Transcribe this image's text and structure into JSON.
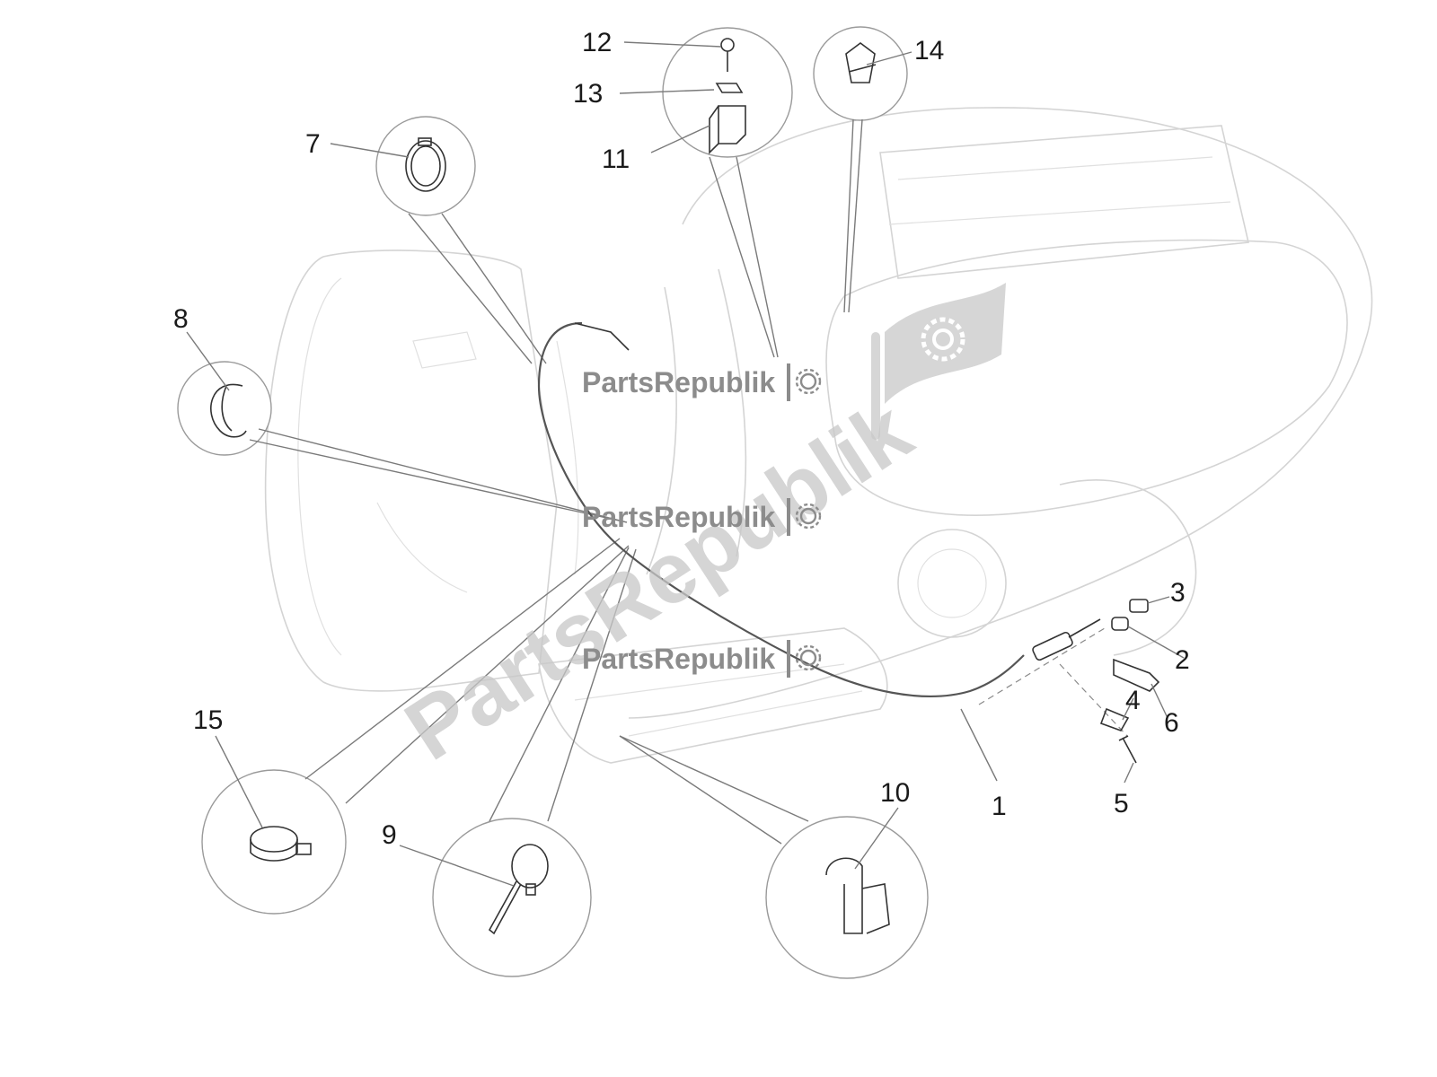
{
  "watermark": {
    "small_text": "PartsRepublik",
    "big_text": "PartsRepublik",
    "gear_icon": "gear-icon"
  },
  "callouts": [
    "1",
    "2",
    "3",
    "4",
    "5",
    "6",
    "7",
    "8",
    "9",
    "10",
    "11",
    "12",
    "13",
    "14",
    "15"
  ],
  "colors": {
    "line": "#333333",
    "ghost": "#d4d4d4",
    "watermark": "#8c8c8c"
  }
}
